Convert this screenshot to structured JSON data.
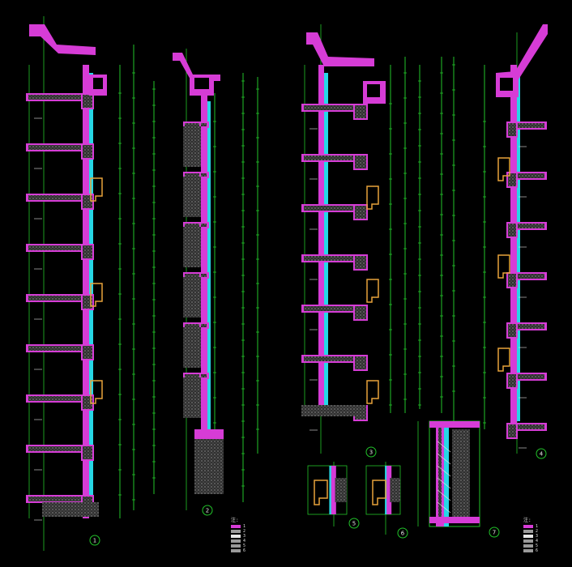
{
  "drawing": {
    "background": "#000000",
    "colors": {
      "wall": "#d63cd6",
      "glass": "#27d7e6",
      "dim": "#22c42a",
      "hatch": "#9a9a9a",
      "detail": "#e8a23a",
      "text": "#e6e6e6",
      "white": "#ffffff"
    },
    "section_markers": [
      "1",
      "2",
      "3",
      "4",
      "5",
      "6",
      "7"
    ],
    "legend_title": "注:",
    "legend_items": [
      "1",
      "2",
      "3",
      "4",
      "5",
      "6"
    ]
  }
}
